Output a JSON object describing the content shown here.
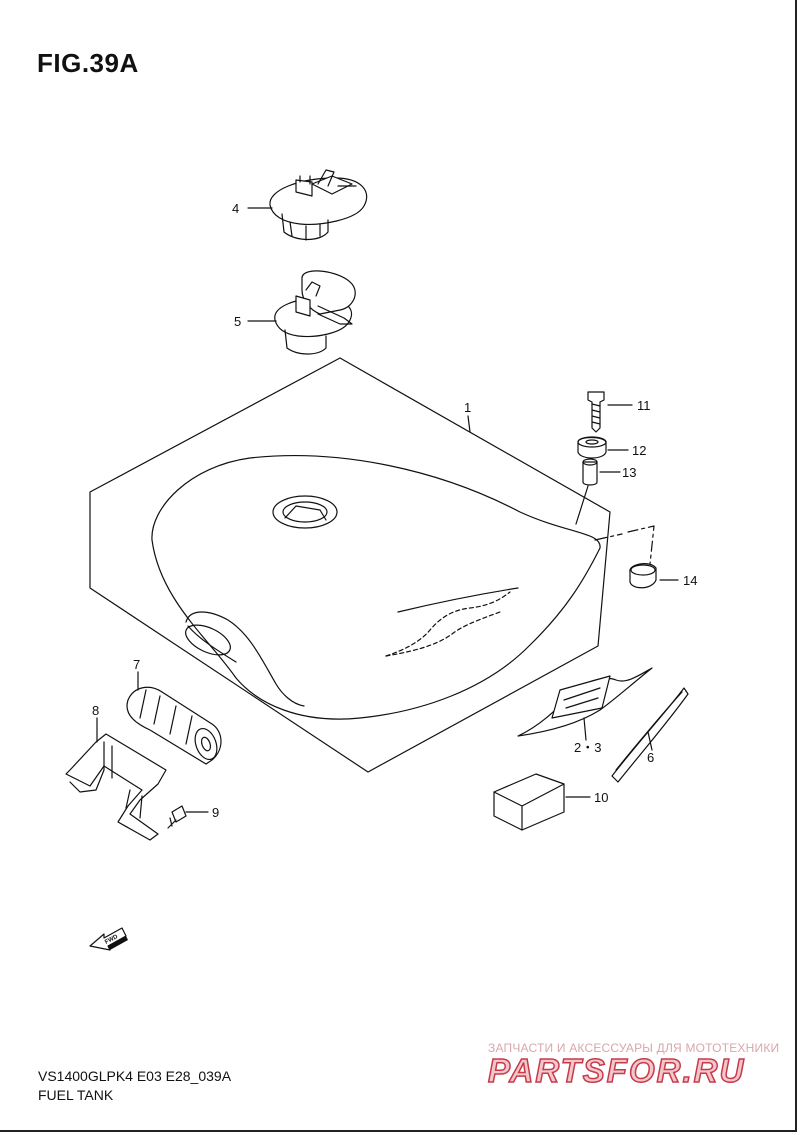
{
  "figure": {
    "title": "FIG.39A"
  },
  "callouts": {
    "c1": "1",
    "c23": "2・3",
    "c4": "4",
    "c5": "5",
    "c6": "6",
    "c7": "7",
    "c8": "8",
    "c9": "9",
    "c10": "10",
    "c11": "11",
    "c12": "12",
    "c13": "13",
    "c14": "14"
  },
  "fwd_label": "FWD",
  "footer": {
    "model_code": "VS1400GLPK4 E03 E28_039A",
    "section_name": "FUEL TANK"
  },
  "watermark": {
    "tagline": "ЗАПЧАСТИ И АКСЕССУАРЫ ДЛЯ МОТОТЕХНИКИ",
    "logo": "PARTSFOR.RU"
  },
  "colors": {
    "line": "#111111",
    "watermark_red": "#c63a4a"
  }
}
